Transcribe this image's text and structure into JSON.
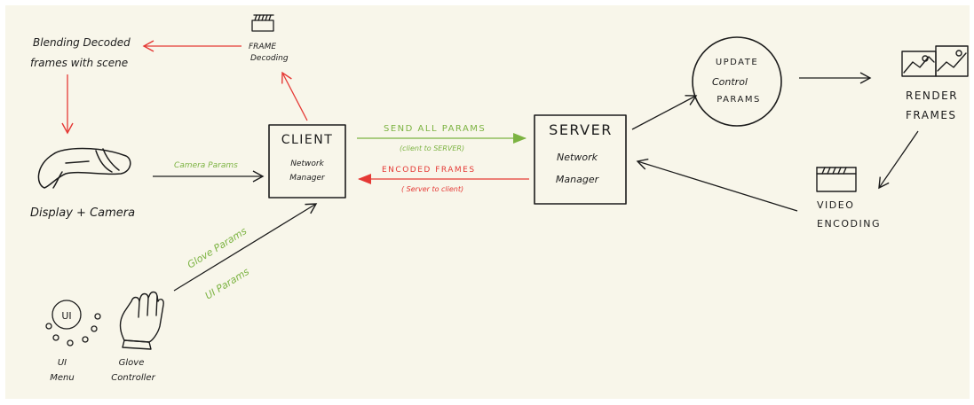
{
  "colors": {
    "background": "#f8f6ea",
    "ink": "#1c1c1c",
    "green": "#7cb342",
    "red": "#e53935"
  },
  "nodes": {
    "blending": {
      "line1": "Blending Decoded",
      "line2": "frames with scene"
    },
    "frame_decoding": {
      "line1": "FRAME",
      "line2": "Decoding",
      "icon": "clapperboard-icon"
    },
    "display": {
      "label": "Display + Camera",
      "icon": "vr-headset-icon"
    },
    "client": {
      "title": "CLIENT",
      "line1": "Network",
      "line2": "Manager"
    },
    "server": {
      "title": "SERVER",
      "line1": "Network",
      "line2": "Manager"
    },
    "update": {
      "line1": "UPDATE",
      "line2": "Control",
      "line3": "PARAMS"
    },
    "render": {
      "line1": "RENDER",
      "line2": "FRAMES",
      "icon": "image-frames-icon"
    },
    "video": {
      "line1": "VIDEO",
      "line2": "ENCODING",
      "icon": "clapperboard-icon"
    },
    "ui_menu": {
      "badge": "UI",
      "line1": "UI",
      "line2": "Menu",
      "icon": "ui-menu-icon"
    },
    "glove": {
      "line1": "Glove",
      "line2": "Controller",
      "icon": "glove-icon"
    }
  },
  "edges": {
    "camera_params": "Camera Params",
    "send_all_params": "SEND ALL PARAMS",
    "client_to_server": "(client to SERVER)",
    "encoded_frames": "ENCODED FRAMES",
    "server_to_client": "( Server to client)",
    "glove_params": "Glove Params",
    "ui_params": "UI Params"
  }
}
